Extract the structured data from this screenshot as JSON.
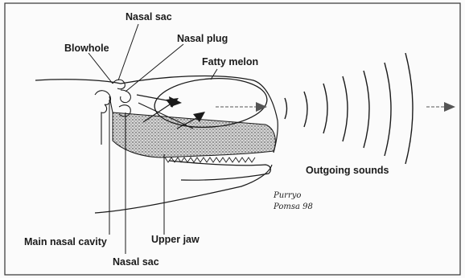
{
  "labels": {
    "nasal_sac_top": "Nasal sac",
    "nasal_plug": "Nasal plug",
    "blowhole": "Blowhole",
    "fatty_melon": "Fatty melon",
    "outgoing_sounds": "Outgoing sounds",
    "main_nasal_cavity": "Main nasal cavity",
    "upper_jaw": "Upper jaw",
    "nasal_sac_bottom": "Nasal sac"
  },
  "signature": {
    "line1": "Purryo",
    "line2": "Pomsa 98"
  },
  "colors": {
    "ink": "#1a1a1a",
    "arrow_gray": "#555555",
    "stipple": "#333333"
  }
}
